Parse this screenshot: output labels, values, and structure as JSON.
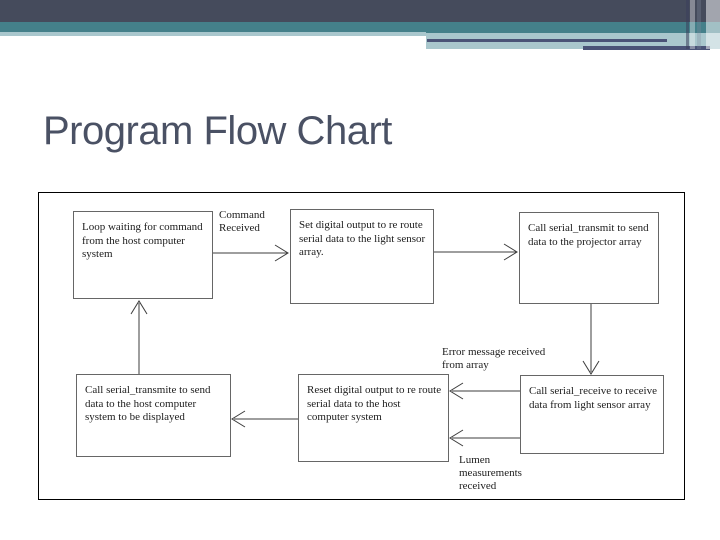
{
  "slide": {
    "title": "Program Flow Chart"
  },
  "theme": {
    "header_dark": "#454b5c",
    "header_teal": "#44808a",
    "header_light": "#a9c7cd",
    "header_navy": "#4a5377",
    "title_color": "#4a5164",
    "frame_border": "#000000",
    "box_border": "#666666",
    "connector": "#3c3c3c"
  },
  "flowchart": {
    "nodes": [
      {
        "id": "loop-wait",
        "text": "Loop waiting for command from the host computer system"
      },
      {
        "id": "set-output",
        "text": "Set digital output to re route serial data to the light sensor array."
      },
      {
        "id": "serial-transmit",
        "text": "Call serial_transmit to send data to the projector array"
      },
      {
        "id": "serial-receive",
        "text": "Call serial_receive to receive data from light sensor array"
      },
      {
        "id": "reset-output",
        "text": "Reset digital output to re route serial data to the host computer system"
      },
      {
        "id": "serial-transmite",
        "text": "Call serial_transmite to send data to the host computer system to be displayed"
      }
    ],
    "labels": [
      {
        "id": "command-received",
        "text": "Command Received"
      },
      {
        "id": "error-message",
        "text": "Error message received from array"
      },
      {
        "id": "lumen-measurements",
        "text": "Lumen measurements received"
      }
    ],
    "edges": [
      {
        "from": "loop-wait",
        "to": "set-output",
        "label": "Command Received"
      },
      {
        "from": "set-output",
        "to": "serial-transmit",
        "label": ""
      },
      {
        "from": "serial-transmit",
        "to": "serial-receive",
        "label": ""
      },
      {
        "from": "serial-receive",
        "to": "reset-output",
        "label": "Error message received from array"
      },
      {
        "from": "serial-receive",
        "to": "reset-output",
        "label": "Lumen measurements received"
      },
      {
        "from": "reset-output",
        "to": "serial-transmite",
        "label": ""
      },
      {
        "from": "serial-transmite",
        "to": "loop-wait",
        "label": ""
      }
    ]
  }
}
